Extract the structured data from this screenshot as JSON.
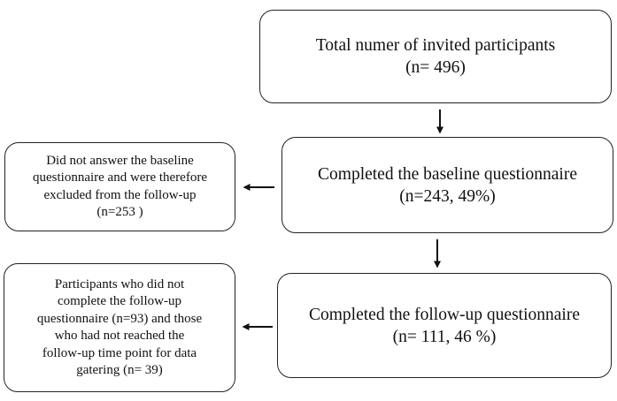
{
  "diagram": {
    "boxes": {
      "total": {
        "lines": [
          "Total numer of invited participants",
          "(n= 496)"
        ]
      },
      "baseline": {
        "lines": [
          "Completed the baseline questionnaire",
          "(n=243, 49%)"
        ]
      },
      "followup": {
        "lines": [
          "Completed the follow-up questionnaire",
          "(n= 111, 46 %)"
        ]
      },
      "excluded": {
        "lines": [
          "Did not answer the baseline",
          "questionnaire and were therefore",
          "excluded from the follow-up",
          "(n=253 )"
        ]
      },
      "not_completed": {
        "lines": [
          "Participants who did not",
          "complete the follow-up",
          "questionnaire (n=93) and those",
          "who had not reached the",
          "follow-up time point for data",
          "gatering (n= 39)"
        ]
      }
    },
    "colors": {
      "border": "#222222",
      "text": "#111111",
      "background": "#ffffff"
    }
  }
}
